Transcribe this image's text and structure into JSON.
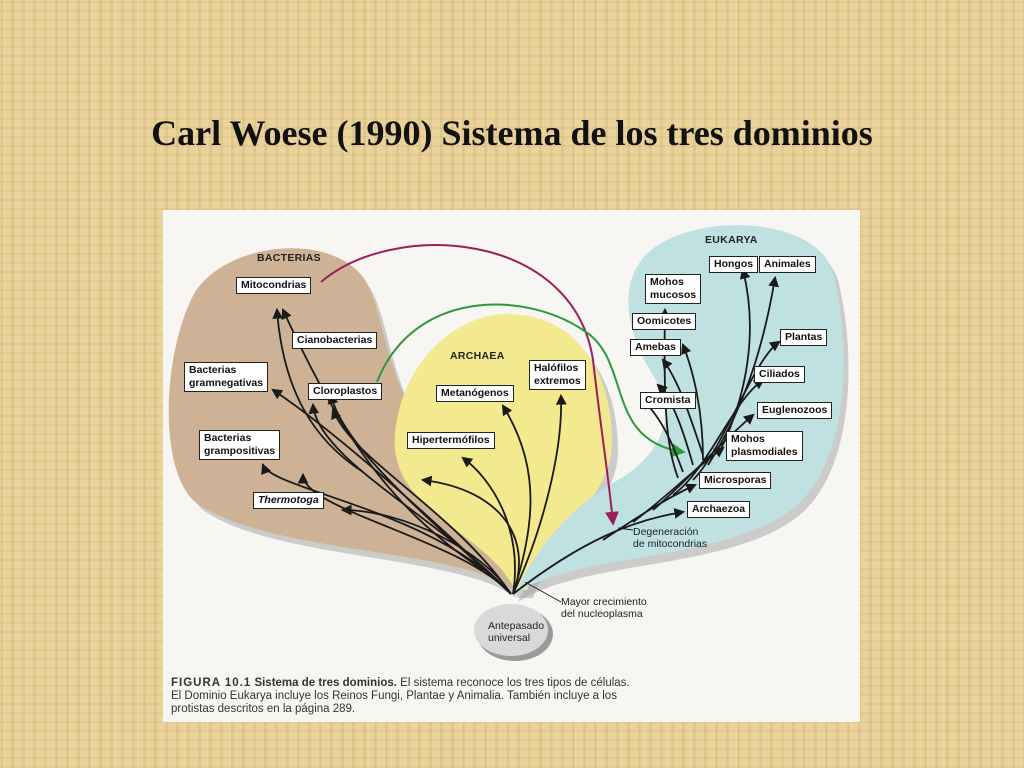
{
  "slide": {
    "title": "Carl Woese (1990) Sistema de los tres dominios"
  },
  "domains": {
    "bacteria": "BACTERIAS",
    "archaea": "ARCHAEA",
    "eukarya": "EUKARYA"
  },
  "nodes": {
    "mitocondrias": "Mitocondrias",
    "cianobacterias": "Cianobacterias",
    "bacterias_gramnegativas": "Bacterias\ngramnegativas",
    "cloroplastos": "Cloroplastos",
    "bacterias_grampositivas": "Bacterias\ngrampositivas",
    "thermotoga": "Thermotoga",
    "halofilos": "Halófilos\nextremos",
    "metanogenos": "Metanógenos",
    "hipertermofilos": "Hipertermófilos",
    "hongos": "Hongos",
    "animales": "Animales",
    "mohos_mucosos": "Mohos\nmucosos",
    "oomicotes": "Oomicotes",
    "plantas": "Plantas",
    "amebas": "Amebas",
    "ciliados": "Ciliados",
    "cromista": "Cromista",
    "euglenozoos": "Euglenozoos",
    "mohos_plasmodiales": "Mohos\nplasmodiales",
    "microsporas": "Microsporas",
    "archaezoa": "Archaezoa"
  },
  "annotations": {
    "degeneracion": "Degeneración\nde mitocondrias",
    "crecimiento": "Mayor crecimiento\ndel nucleoplasma",
    "antepasado": "Antepasado\nuniversal"
  },
  "caption": {
    "number": "FIGURA 10.1",
    "title": "Sistema de tres dominios.",
    "text": "El sistema reconoce los tres tipos de células. El Dominio Eukarya incluye los Reinos Fungi, Plantae y Animalia. También incluye a los protistas descritos en la página 289."
  },
  "colors": {
    "bacteria_fill": "#cdb296",
    "archaea_fill": "#f3e98e",
    "eukarya_fill": "#bfe1e2",
    "mitochondria_arrow": "#9a1e5a",
    "chloroplast_arrow": "#2a9a3c",
    "branch": "#1a1a1a"
  }
}
